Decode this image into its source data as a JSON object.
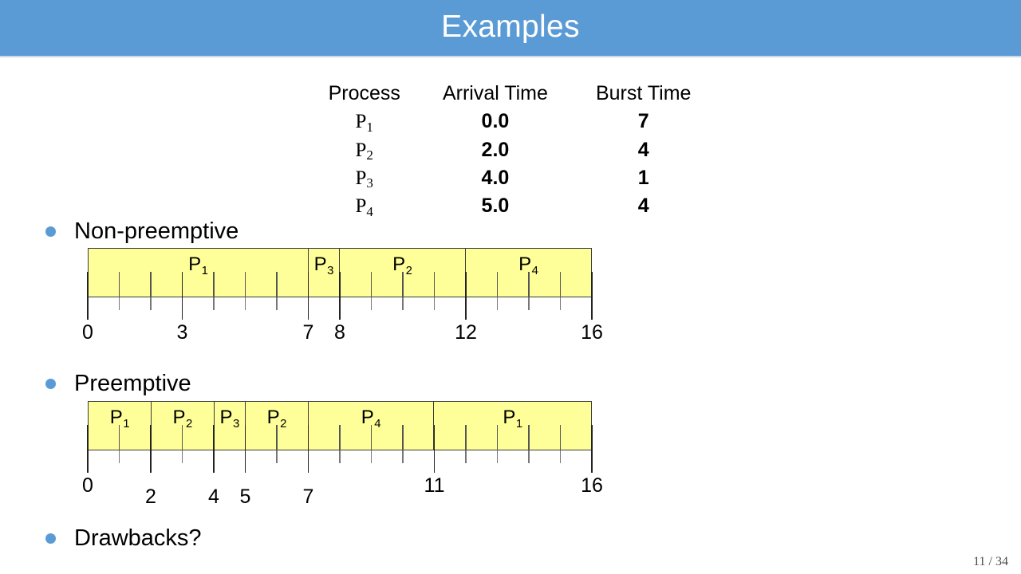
{
  "slide": {
    "title": "Examples",
    "page_number": "11 / 34",
    "header_color": "#5b9bd5",
    "bullet_color": "#5b9bd5",
    "gantt_fill_color": "#ffff99",
    "gantt_stroke_color": "#3a3a3a"
  },
  "process_table": {
    "headers": [
      "Process",
      "Arrival Time",
      "Burst Time"
    ],
    "rows": [
      {
        "process": "P",
        "index": "1",
        "arrival": "0.0",
        "burst": "7"
      },
      {
        "process": "P",
        "index": "2",
        "arrival": "2.0",
        "burst": "4"
      },
      {
        "process": "P",
        "index": "3",
        "arrival": "4.0",
        "burst": "1"
      },
      {
        "process": "P",
        "index": "4",
        "arrival": "5.0",
        "burst": "4"
      }
    ]
  },
  "bullets": [
    {
      "label": "Non-preemptive"
    },
    {
      "label": "Preemptive"
    },
    {
      "label": "Drawbacks?"
    }
  ],
  "chart_data": [
    {
      "type": "bar",
      "name": "non-preemptive-gantt",
      "title": "Non-preemptive",
      "orientation": "horizontal-timeline",
      "xlim": [
        0,
        16
      ],
      "xlabel": "",
      "ylabel": "",
      "grid": false,
      "tick_interval": 1,
      "labeled_ticks": [
        "0",
        "3",
        "7",
        "8",
        "12",
        "16"
      ],
      "labeled_tick_values": [
        0,
        3,
        7,
        8,
        12,
        16
      ],
      "segments": [
        {
          "label": "P",
          "index": "1",
          "start": 0,
          "end": 7
        },
        {
          "label": "P",
          "index": "3",
          "start": 7,
          "end": 8
        },
        {
          "label": "P",
          "index": "2",
          "start": 8,
          "end": 12
        },
        {
          "label": "P",
          "index": "4",
          "start": 12,
          "end": 16
        }
      ]
    },
    {
      "type": "bar",
      "name": "preemptive-gantt",
      "title": "Preemptive",
      "orientation": "horizontal-timeline",
      "xlim": [
        0,
        16
      ],
      "xlabel": "",
      "ylabel": "",
      "grid": false,
      "tick_interval": 1,
      "labeled_ticks": [
        "0",
        "2",
        "4",
        "5",
        "7",
        "11",
        "16"
      ],
      "labeled_tick_values": [
        0,
        2,
        4,
        5,
        7,
        11,
        16
      ],
      "segments": [
        {
          "label": "P",
          "index": "1",
          "start": 0,
          "end": 2
        },
        {
          "label": "P",
          "index": "2",
          "start": 2,
          "end": 4
        },
        {
          "label": "P",
          "index": "3",
          "start": 4,
          "end": 5
        },
        {
          "label": "P",
          "index": "2",
          "start": 5,
          "end": 7
        },
        {
          "label": "P",
          "index": "4",
          "start": 7,
          "end": 11
        },
        {
          "label": "P",
          "index": "1",
          "start": 11,
          "end": 16
        }
      ]
    }
  ]
}
